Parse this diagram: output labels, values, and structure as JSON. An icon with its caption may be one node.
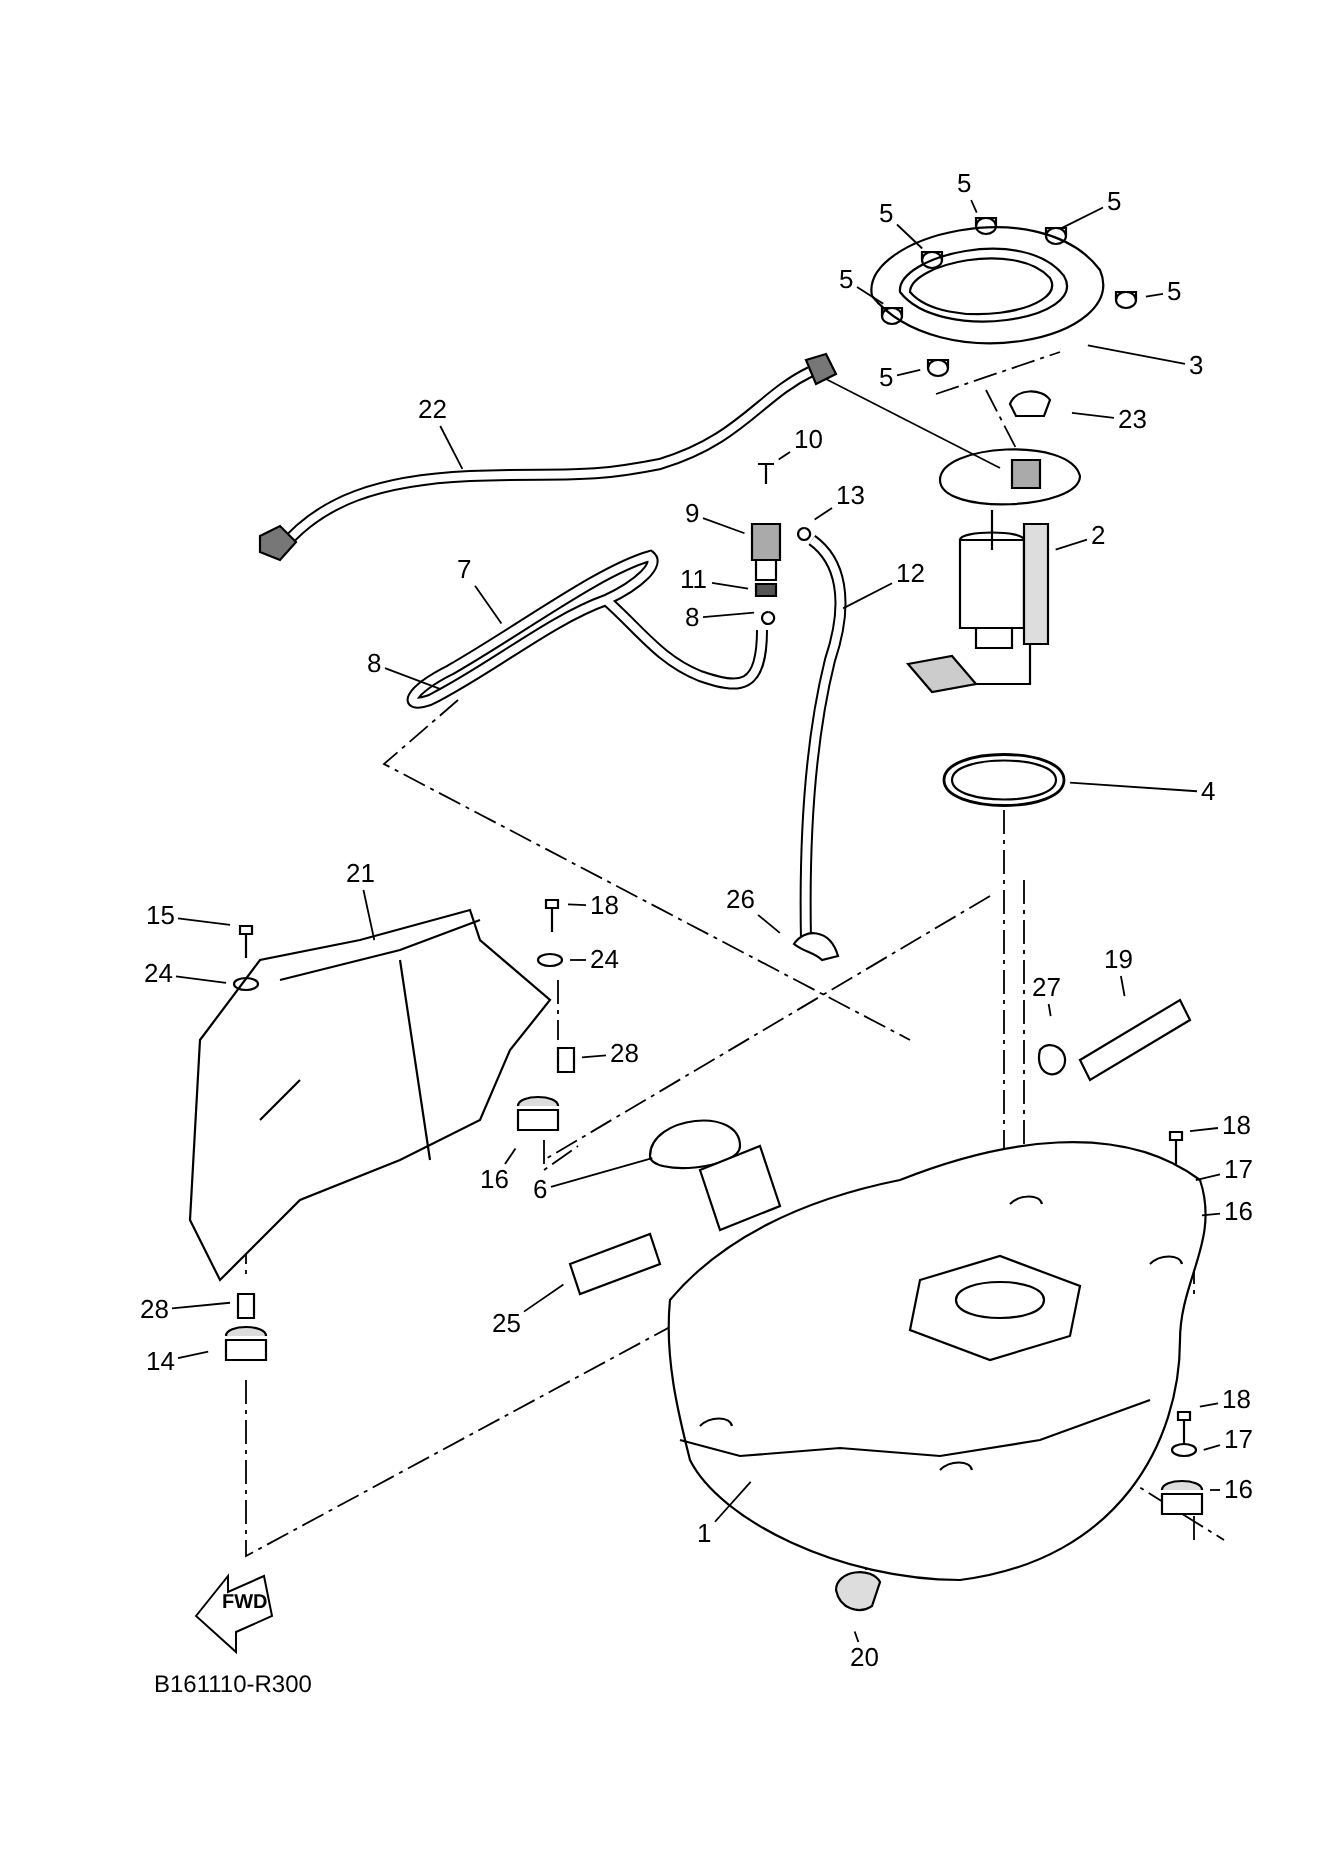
{
  "diagram": {
    "nodes": [
      {
        "text": [
          "5"
        ]
      },
      {
        "text": [
          "5"
        ]
      },
      {
        "text": [
          "5"
        ]
      },
      {
        "text": [
          "5"
        ]
      },
      {
        "text": [
          "5"
        ]
      },
      {
        "text": [
          "3"
        ]
      },
      {
        "text": [
          "5"
        ]
      },
      {
        "text": [
          "23"
        ]
      },
      {
        "text": [
          "22"
        ]
      },
      {
        "text": [
          "10"
        ]
      },
      {
        "text": [
          "13"
        ]
      },
      {
        "text": [
          "9"
        ]
      },
      {
        "text": [
          "2"
        ]
      },
      {
        "text": [
          "12"
        ]
      },
      {
        "text": [
          "7"
        ]
      },
      {
        "text": [
          "11"
        ]
      },
      {
        "text": [
          "8"
        ]
      },
      {
        "text": [
          "8"
        ]
      },
      {
        "text": [
          "4"
        ]
      },
      {
        "text": [
          "21"
        ]
      },
      {
        "text": [
          "15"
        ]
      },
      {
        "text": [
          "18"
        ]
      },
      {
        "text": [
          "24"
        ]
      },
      {
        "text": [
          "24"
        ]
      },
      {
        "text": [
          "26"
        ]
      },
      {
        "text": [
          "27"
        ]
      },
      {
        "text": [
          "19"
        ]
      },
      {
        "text": [
          "28"
        ]
      },
      {
        "text": [
          "16"
        ]
      },
      {
        "text": [
          "6"
        ]
      },
      {
        "text": [
          "18"
        ]
      },
      {
        "text": [
          "17"
        ]
      },
      {
        "text": [
          "16"
        ]
      },
      {
        "text": [
          "25"
        ]
      },
      {
        "text": [
          "28"
        ]
      },
      {
        "text": [
          "14"
        ]
      },
      {
        "text": [
          "18"
        ]
      },
      {
        "text": [
          "17"
        ]
      },
      {
        "text": [
          "16"
        ]
      },
      {
        "text": [
          "1"
        ]
      },
      {
        "text": [
          "20"
        ]
      }
    ],
    "edges": [
      {
        "from": 0,
        "to": null,
        "arrow": "none"
      },
      {
        "from": 1,
        "to": null,
        "arrow": "none"
      },
      {
        "from": 2,
        "to": null,
        "arrow": "none"
      },
      {
        "from": 3,
        "to": null,
        "arrow": "none"
      },
      {
        "from": 4,
        "to": null,
        "arrow": "none"
      },
      {
        "from": 5,
        "to": null,
        "arrow": "none"
      },
      {
        "from": 6,
        "to": null,
        "arrow": "none"
      },
      {
        "from": 7,
        "to": null,
        "arrow": "none"
      },
      {
        "from": 8,
        "to": null,
        "arrow": "none"
      },
      {
        "from": 9,
        "to": null,
        "arrow": "none"
      },
      {
        "from": 10,
        "to": null,
        "arrow": "none"
      },
      {
        "from": 11,
        "to": null,
        "arrow": "none"
      },
      {
        "from": 12,
        "to": null,
        "arrow": "none"
      },
      {
        "from": 13,
        "to": null,
        "arrow": "none"
      },
      {
        "from": 14,
        "to": null,
        "arrow": "none"
      },
      {
        "from": 15,
        "to": null,
        "arrow": "none"
      },
      {
        "from": 16,
        "to": null,
        "arrow": "none"
      },
      {
        "from": 17,
        "to": null,
        "arrow": "none"
      },
      {
        "from": 18,
        "to": null,
        "arrow": "none"
      },
      {
        "from": 19,
        "to": null,
        "arrow": "none"
      },
      {
        "from": 20,
        "to": null,
        "arrow": "none"
      },
      {
        "from": 21,
        "to": null,
        "arrow": "none"
      },
      {
        "from": 22,
        "to": null,
        "arrow": "none"
      },
      {
        "from": 23,
        "to": null,
        "arrow": "none"
      },
      {
        "from": 24,
        "to": null,
        "arrow": "none"
      },
      {
        "from": 25,
        "to": null,
        "arrow": "none"
      },
      {
        "from": 26,
        "to": null,
        "arrow": "none"
      },
      {
        "from": 27,
        "to": null,
        "arrow": "none"
      },
      {
        "from": 28,
        "to": null,
        "arrow": "none"
      },
      {
        "from": 29,
        "to": null,
        "arrow": "none"
      },
      {
        "from": 30,
        "to": null,
        "arrow": "none"
      },
      {
        "from": 31,
        "to": null,
        "arrow": "none"
      },
      {
        "from": 32,
        "to": null,
        "arrow": "none"
      },
      {
        "from": 33,
        "to": null,
        "arrow": "none"
      },
      {
        "from": 34,
        "to": null,
        "arrow": "none"
      },
      {
        "from": 35,
        "to": null,
        "arrow": "none"
      },
      {
        "from": 36,
        "to": null,
        "arrow": "none"
      },
      {
        "from": 37,
        "to": null,
        "arrow": "none"
      },
      {
        "from": 38,
        "to": null,
        "arrow": "none"
      },
      {
        "from": 39,
        "to": null,
        "arrow": "none"
      },
      {
        "from": 40,
        "to": null,
        "arrow": "none"
      }
    ],
    "labels": [
      "FWD",
      "B161110-R300"
    ]
  }
}
